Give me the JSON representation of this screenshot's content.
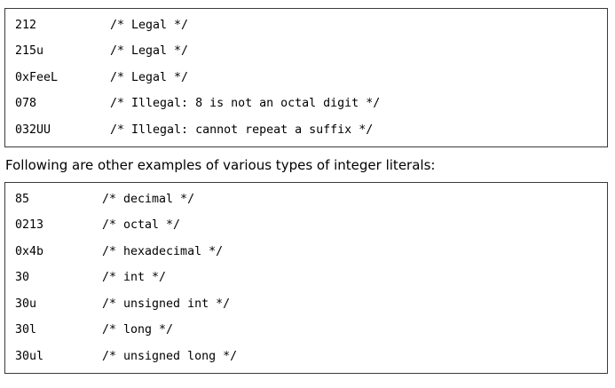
{
  "block1": {
    "lines": [
      {
        "literal": "212",
        "comment": "/* Legal */"
      },
      {
        "literal": "215u",
        "comment": "/* Legal */"
      },
      {
        "literal": "0xFeeL",
        "comment": "/* Legal */"
      },
      {
        "literal": "078",
        "comment": "/* Illegal: 8 is not an octal digit */"
      },
      {
        "literal": "032UU",
        "comment": "/* Illegal: cannot repeat a suffix */"
      }
    ]
  },
  "intro": "Following are other examples of various types of integer literals:",
  "block2": {
    "lines": [
      {
        "literal": "85",
        "comment": "/* decimal */"
      },
      {
        "literal": "0213",
        "comment": "/* octal */"
      },
      {
        "literal": "0x4b",
        "comment": "/* hexadecimal */"
      },
      {
        "literal": "30",
        "comment": "/* int */"
      },
      {
        "literal": "30u",
        "comment": "/* unsigned int */"
      },
      {
        "literal": "30l",
        "comment": "/* long */"
      },
      {
        "literal": "30ul",
        "comment": "/* unsigned long */"
      }
    ]
  }
}
